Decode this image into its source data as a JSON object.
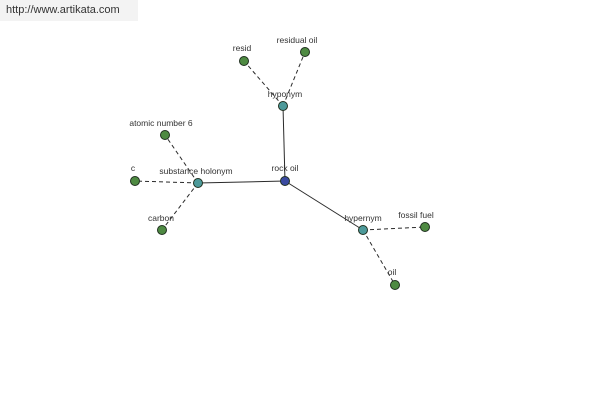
{
  "source": {
    "url": "http://www.artikata.com"
  },
  "colors": {
    "center": "#3a4aa0",
    "relation": "#4d9a9a",
    "term": "#4e8a42",
    "edge": "#2b2b2b"
  },
  "graph": {
    "nodes": [
      {
        "id": "rock-oil",
        "label": "rock oil",
        "kind": "center"
      },
      {
        "id": "hyponym",
        "label": "hyponym",
        "kind": "relation"
      },
      {
        "id": "substance-holonym",
        "label": "substance holonym",
        "kind": "relation"
      },
      {
        "id": "hypernym",
        "label": "hypernym",
        "kind": "relation"
      },
      {
        "id": "resid",
        "label": "resid",
        "kind": "term"
      },
      {
        "id": "residual-oil",
        "label": "residual oil",
        "kind": "term"
      },
      {
        "id": "atomic-number-6",
        "label": "atomic number 6",
        "kind": "term"
      },
      {
        "id": "c",
        "label": "c",
        "kind": "term"
      },
      {
        "id": "carbon",
        "label": "carbon",
        "kind": "term"
      },
      {
        "id": "fossil-fuel",
        "label": "fossil fuel",
        "kind": "term"
      },
      {
        "id": "oil",
        "label": "oil",
        "kind": "term"
      }
    ],
    "edges": [
      {
        "from": "rock-oil",
        "to": "hyponym",
        "style": "solid"
      },
      {
        "from": "rock-oil",
        "to": "substance-holonym",
        "style": "solid"
      },
      {
        "from": "rock-oil",
        "to": "hypernym",
        "style": "solid"
      },
      {
        "from": "hyponym",
        "to": "resid",
        "style": "dashed"
      },
      {
        "from": "hyponym",
        "to": "residual-oil",
        "style": "dashed"
      },
      {
        "from": "substance-holonym",
        "to": "atomic-number-6",
        "style": "dashed"
      },
      {
        "from": "substance-holonym",
        "to": "c",
        "style": "dashed"
      },
      {
        "from": "substance-holonym",
        "to": "carbon",
        "style": "dashed"
      },
      {
        "from": "hypernym",
        "to": "fossil-fuel",
        "style": "dashed"
      },
      {
        "from": "hypernym",
        "to": "oil",
        "style": "dashed"
      }
    ]
  }
}
